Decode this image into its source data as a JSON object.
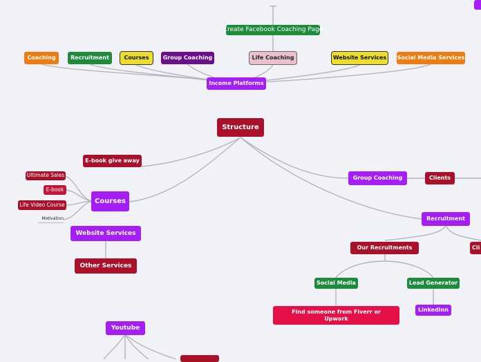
{
  "top": {
    "create_facebook": "Create Facebook Coaching Page",
    "coaching": "Coaching",
    "recruitment": "Recruitment",
    "courses": "Courses",
    "group_coaching": "Group Coaching",
    "life_coaching": "Life Coaching",
    "website_services": "Website Services",
    "social_media_services": "Social Media Services",
    "income_platforms": "Income Platforms"
  },
  "center": {
    "structure": "Structure",
    "ebook_giveaway": "E-book give away"
  },
  "courses_branch": {
    "courses": "Courses",
    "ultimate_sales": "Ultimate Sales",
    "ebook": "E-book",
    "life_video_course": "Life Video Course",
    "motivation": "Motivation",
    "website_services": "Website Services",
    "other_services": "Other Services"
  },
  "right_branch": {
    "group_coaching": "Group Coaching",
    "clients": "Clients",
    "recruitment": "Recruitment",
    "our_recruitments": "Our Recruitments",
    "cli_cut": "Cli",
    "social_media": "Social Media",
    "lead_generator": "Lead Generator",
    "find_someone": "Find someone from Fiverr or Upwork",
    "linkedinn": "Linkedinn"
  },
  "bottom": {
    "youtube": "Youtube"
  },
  "colors": {
    "background": "#f1f1f8",
    "purple": "#a51ef3",
    "dark_red": "#a9102a",
    "green": "#1e8a3b",
    "orange": "#ee7c10",
    "yellow": "#ecdf2c",
    "link": "#b4b4be"
  }
}
